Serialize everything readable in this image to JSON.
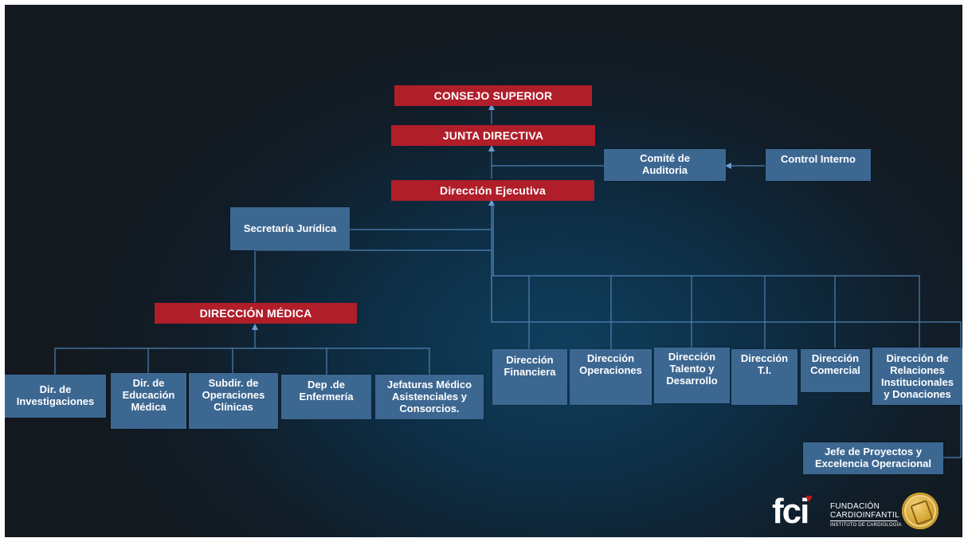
{
  "org_chart": {
    "consejo_superior": "CONSEJO SUPERIOR",
    "junta_directiva": "JUNTA DIRECTIVA",
    "comite_auditoria": "Comité de\nAuditoria",
    "control_interno": "Control Interno",
    "direccion_ejecutiva": "Dirección Ejecutiva",
    "secretaria_juridica": "Secretaría Jurídica",
    "direccion_medica": "DIRECCIÓN MÉDICA",
    "medical_units": [
      "Dir. de\nInvestigaciones",
      "Dir. de\nEducación\nMédica",
      "Subdir. de\nOperaciones\nClínicas",
      "Dep .de\nEnfermería",
      "Jefaturas Médico\nAsistenciales y\nConsorcios."
    ],
    "directions": [
      "Dirección\nFinanciera",
      "Dirección\nOperaciones",
      "Dirección\nTalento y\nDesarrollo",
      "Dirección\nT.I.",
      "Dirección\nComercial",
      "Dirección de\nRelaciones\nInstitucionales\ny Donaciones"
    ],
    "jefe_proyectos": "Jefe de Proyectos y\nExcelencia Operacional"
  },
  "logo": {
    "mark": "fci",
    "line1": "FUNDACIÓN",
    "line2": "CARDIOINFANTIL",
    "line3": "INSTITUTO DE CARDIOLOGÍA"
  },
  "colors": {
    "red_box": "#b01e2a",
    "blue_box": "#3c6791",
    "connector": "#5a8fc0"
  }
}
